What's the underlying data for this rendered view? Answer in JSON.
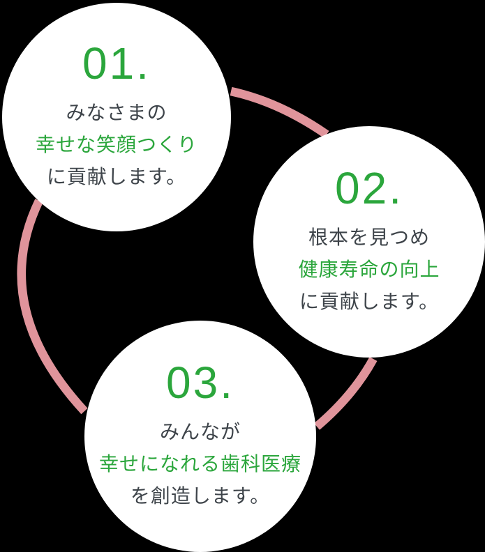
{
  "background_color": "#000000",
  "colors": {
    "green": "#2ba63c",
    "dark": "#3e444a",
    "pink": "#e0949b",
    "circle_bg": "#ffffff",
    "background": "#000000"
  },
  "items": [
    {
      "number": "01.",
      "lines": [
        {
          "text": "みなさまの",
          "color": "dark"
        },
        {
          "text": "幸せな笑顔つくり",
          "color": "green"
        },
        {
          "text": "に貢献します。",
          "color": "dark"
        }
      ]
    },
    {
      "number": "02.",
      "lines": [
        {
          "text": "根本を見つめ",
          "color": "dark"
        },
        {
          "text": "健康寿命の向上",
          "color": "green"
        },
        {
          "text": "に貢献します。",
          "color": "dark"
        }
      ]
    },
    {
      "number": "03.",
      "lines": [
        {
          "text": "みんなが",
          "color": "dark"
        },
        {
          "text": "幸せになれる歯科医療",
          "color": "green"
        },
        {
          "text": "を創造します。",
          "color": "dark"
        }
      ]
    }
  ]
}
